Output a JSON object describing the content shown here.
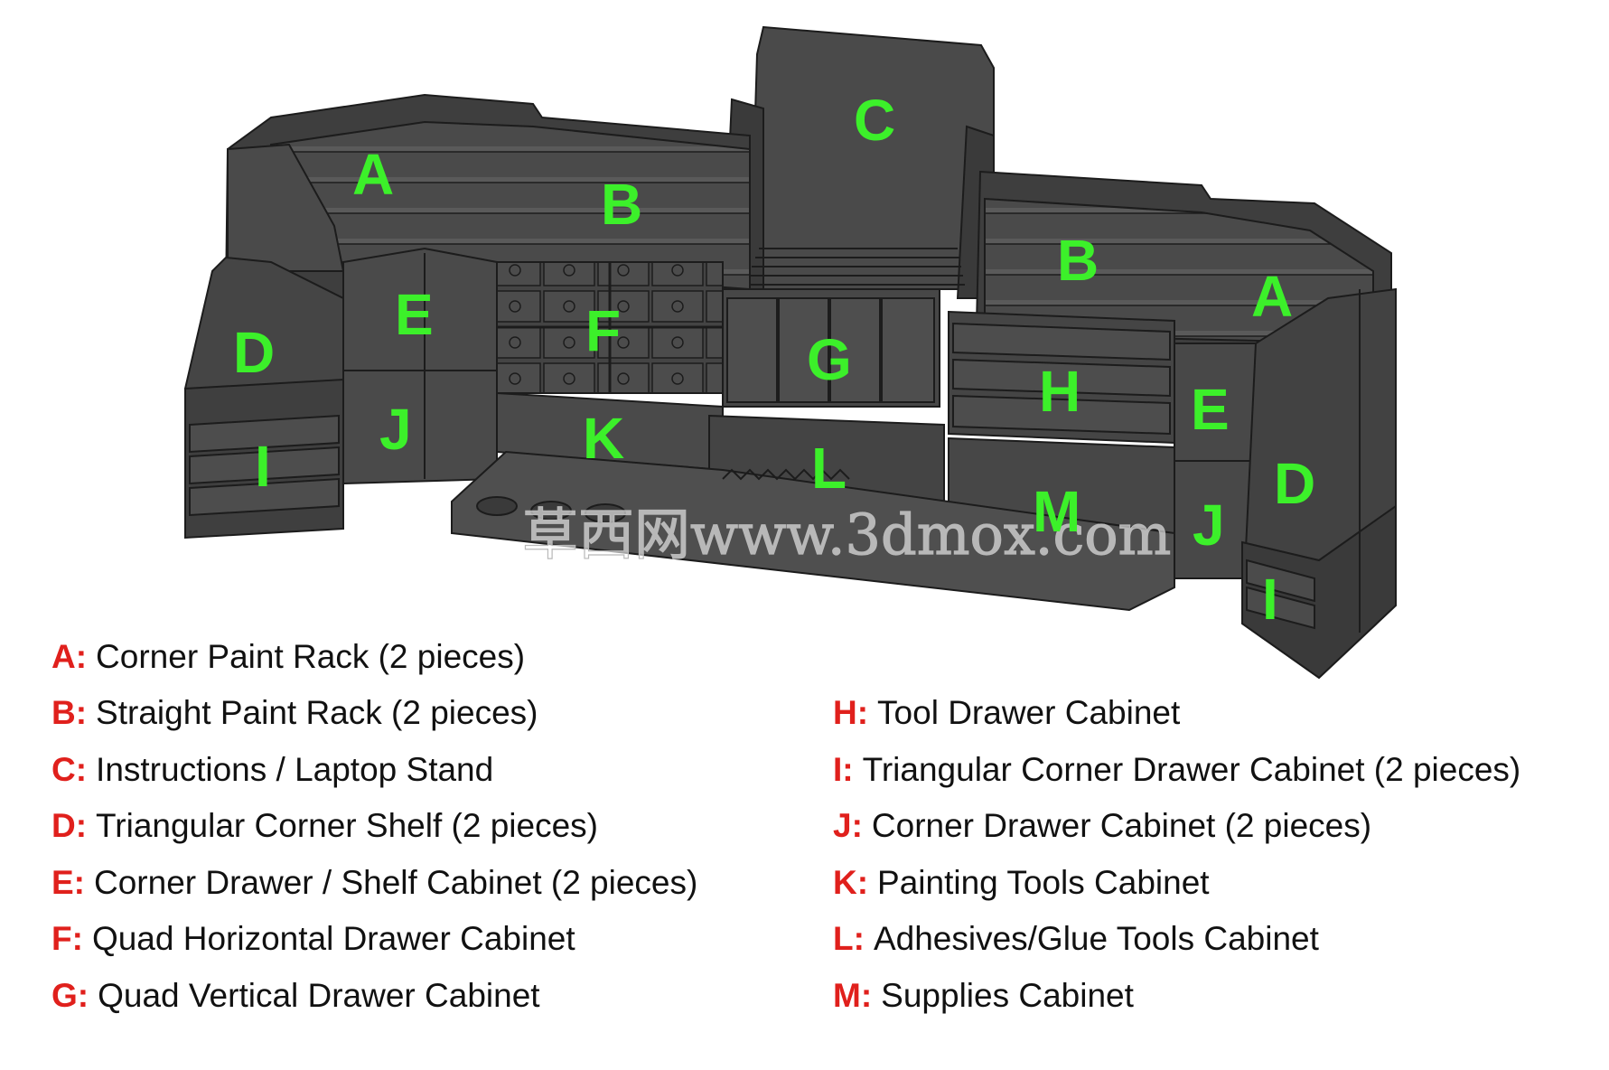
{
  "colors": {
    "callout": "#3cf02a",
    "legend_key": "#e0201c",
    "legend_text": "#111111",
    "cabinet": "#4a4a4a",
    "cabinet_dark": "#3a3a3a",
    "cabinet_line": "#1c1c1c"
  },
  "callouts": [
    "C",
    "A",
    "B",
    "B",
    "A",
    "E",
    "F",
    "D",
    "G",
    "H",
    "E",
    "J",
    "K",
    "L",
    "I",
    "D",
    "M",
    "J",
    "I"
  ],
  "watermark": "草西网www.3dmox.com",
  "legend": {
    "left": [
      {
        "key": "A:",
        "text": "Corner Paint Rack (2 pieces)"
      },
      {
        "key": "B:",
        "text": "Straight Paint Rack (2 pieces)"
      },
      {
        "key": "C:",
        "text": "Instructions / Laptop Stand"
      },
      {
        "key": "D:",
        "text": "Triangular Corner Shelf (2 pieces)"
      },
      {
        "key": "E:",
        "text": "Corner Drawer / Shelf Cabinet (2 pieces)"
      },
      {
        "key": "F:",
        "text": "Quad Horizontal Drawer Cabinet"
      },
      {
        "key": "G:",
        "text": "Quad Vertical Drawer Cabinet"
      }
    ],
    "right": [
      {
        "key": "H:",
        "text": "Tool Drawer Cabinet"
      },
      {
        "key": "I:",
        "text": "Triangular Corner Drawer Cabinet (2 pieces)"
      },
      {
        "key": "J:",
        "text": "Corner Drawer Cabinet (2 pieces)"
      },
      {
        "key": "K:",
        "text": "Painting Tools Cabinet"
      },
      {
        "key": "L:",
        "text": "Adhesives/Glue Tools Cabinet"
      },
      {
        "key": "M:",
        "text": "Supplies Cabinet"
      }
    ]
  }
}
